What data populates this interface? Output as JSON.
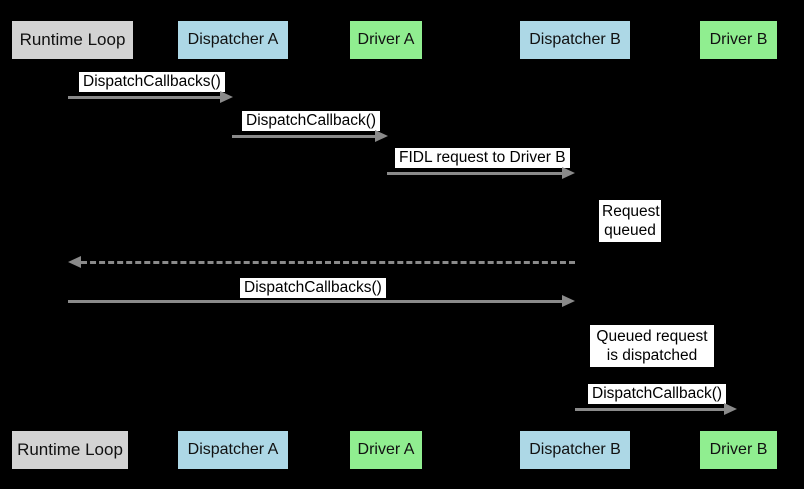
{
  "diagram": {
    "type": "sequence-diagram",
    "actors": [
      {
        "label": "Runtime Loop",
        "color": "#d3d3d3"
      },
      {
        "label": "Dispatcher A",
        "color": "#add8e6"
      },
      {
        "label": "Driver A",
        "color": "#90ee90"
      },
      {
        "label": "Dispatcher B",
        "color": "#add8e6"
      },
      {
        "label": "Driver B",
        "color": "#90ee90"
      }
    ],
    "messages": [
      {
        "label": "DispatchCallbacks()",
        "from": "Runtime Loop",
        "to": "Dispatcher A",
        "style": "solid"
      },
      {
        "label": "DispatchCallback()",
        "from": "Dispatcher A",
        "to": "Driver A",
        "style": "solid"
      },
      {
        "label": "FIDL request to Driver B",
        "from": "Driver A",
        "to": "Dispatcher B",
        "style": "solid"
      },
      {
        "label": "",
        "from": "Dispatcher B",
        "to": "Runtime Loop",
        "style": "dashed"
      },
      {
        "label": "DispatchCallbacks()",
        "from": "Runtime Loop",
        "to": "Dispatcher B",
        "style": "solid"
      },
      {
        "label": "DispatchCallback()",
        "from": "Dispatcher B",
        "to": "Driver B",
        "style": "solid"
      }
    ],
    "notes": [
      {
        "text": "Request queued",
        "near": "Dispatcher B"
      },
      {
        "text": "Queued request is dispatched",
        "near": "Dispatcher B"
      }
    ],
    "colors": {
      "background": "#000000",
      "runtime_box": "#d3d3d3",
      "dispatcher_box": "#add8e6",
      "driver_box": "#90ee90",
      "arrow": "#8a8a8a",
      "label_background": "#ffffff",
      "text": "#000000"
    }
  }
}
